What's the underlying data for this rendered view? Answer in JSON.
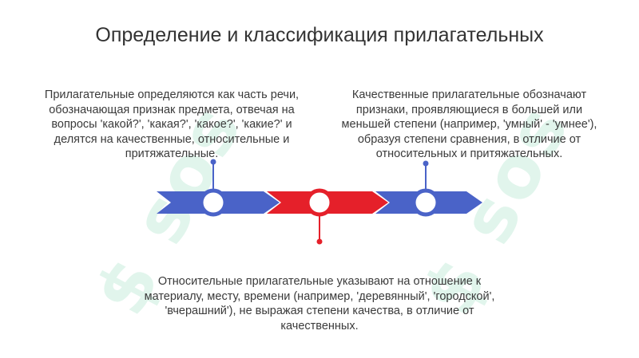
{
  "title": "Определение и классификация прилагательных",
  "blocks": {
    "left": "Прилагательные определяются как часть речи, обозначающая признак предмета, отвечая на вопросы 'какой?', 'какая?', 'какое?', 'какие?' и делятся на качественные, относительные и притяжательные.",
    "right": "Качественные прилагательные обозначают признаки, проявляющиеся в большей или меньшей степени (например, 'умный' - 'умнее'), образуя степени сравнения, в отличие от относительных и притяжательных.",
    "bottom": "Относительные прилагательные указывают на отношение к материалу, месту, времени (например, 'деревянный', 'городской', 'вчерашний'), не выражая степени качества, в отличие от качественных."
  },
  "watermark": "$ sos",
  "colors": {
    "blue": "#4a63c8",
    "red": "#e5202a",
    "text": "#333333"
  }
}
